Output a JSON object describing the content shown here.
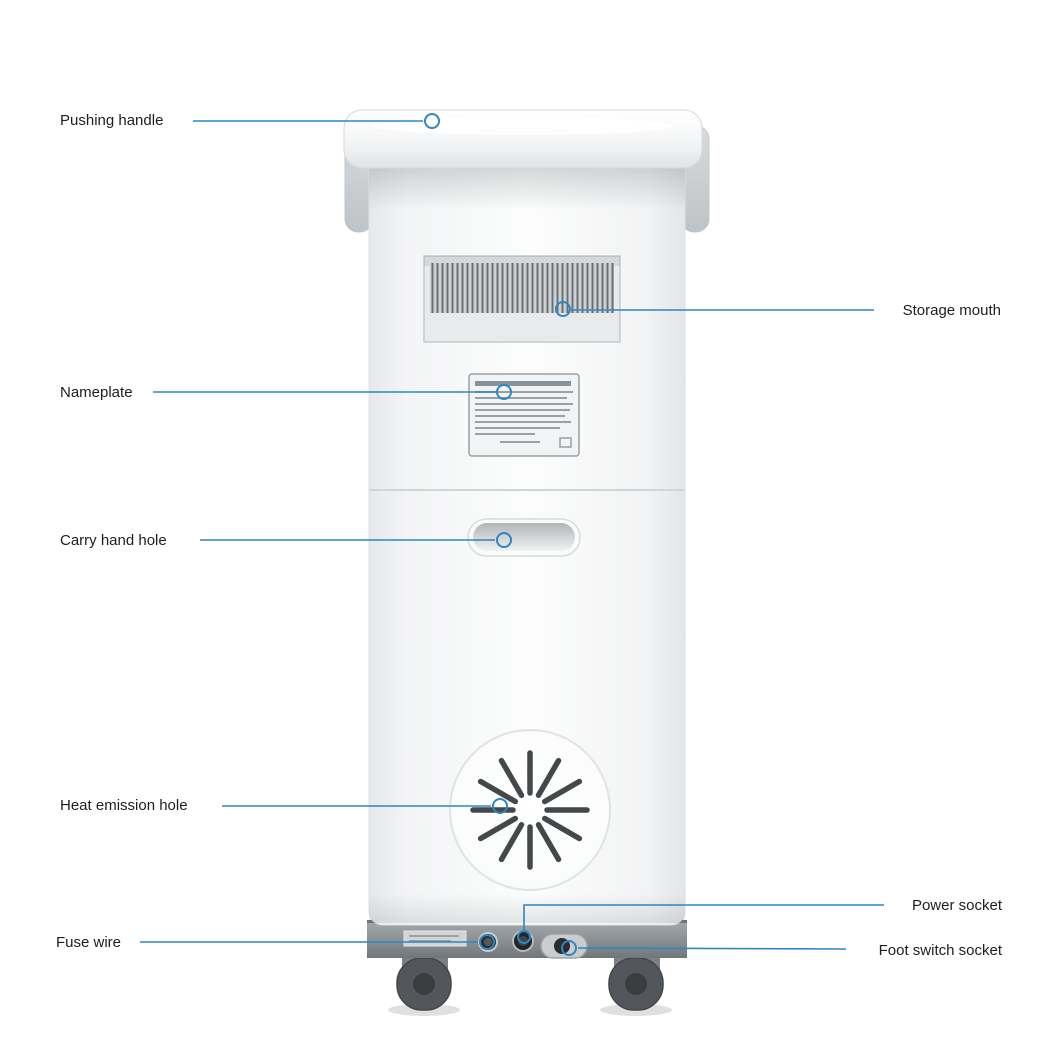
{
  "diagram": {
    "labels": {
      "pushing_handle": "Pushing handle",
      "storage_mouth": "Storage mouth",
      "nameplate": "Nameplate",
      "carry_hand_hole": "Carry hand hole",
      "heat_emission_hole": "Heat emission hole",
      "power_socket": "Power socket",
      "fuse_wire": "Fuse wire",
      "foot_switch_socket": "Foot switch socket"
    },
    "colors": {
      "callout_blue": "#2f86c0",
      "label_text": "#1e1e1e",
      "device_body": "#f5f6f7",
      "base_gray": "#8d9296",
      "wheel_gray": "#53575b"
    }
  }
}
